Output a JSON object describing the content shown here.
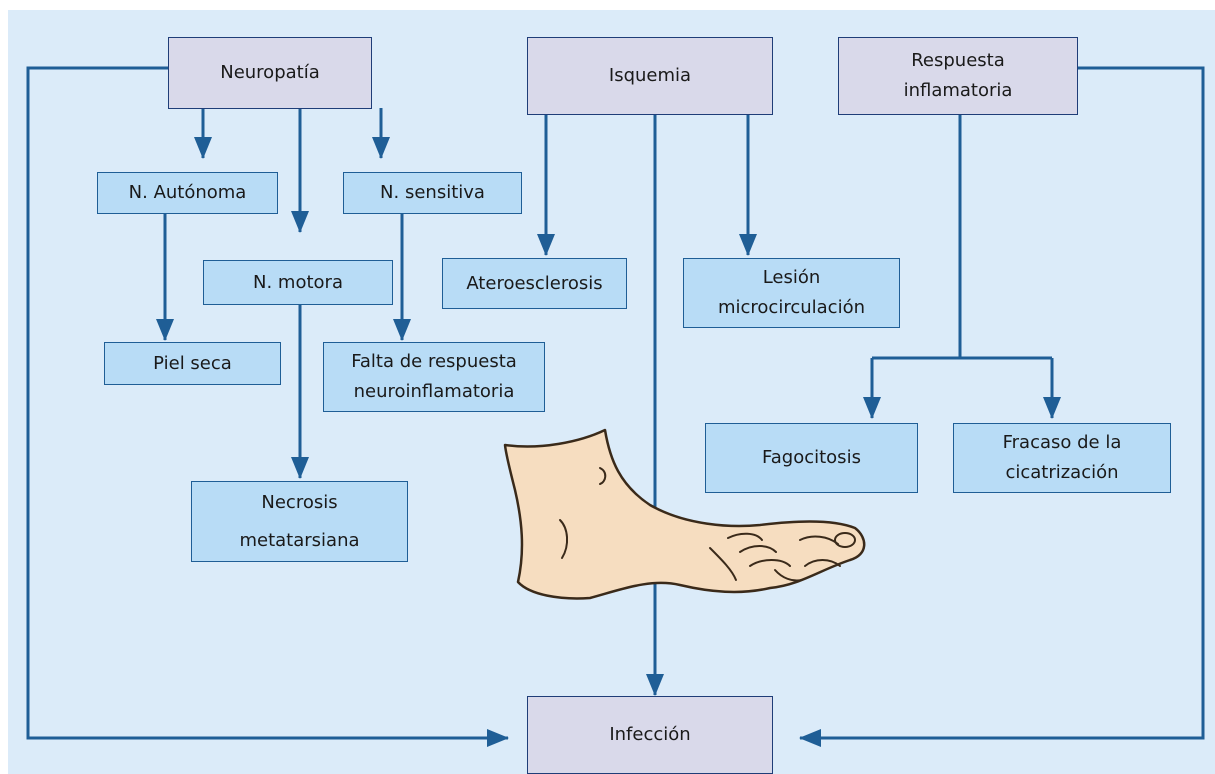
{
  "diagram": {
    "top_nodes": {
      "neuropatia": "Neuropatía",
      "isquemia": "Isquemia",
      "respuesta_line1": "Respuesta",
      "respuesta_line2": "inflamatoria"
    },
    "neuropatia_children": {
      "autonoma": "N. Autónoma",
      "sensitiva": "N. sensitiva",
      "motora": "N. motora",
      "piel_seca": "Piel seca",
      "falta_line1": "Falta de respuesta",
      "falta_line2": "neuroinflamatoria",
      "necrosis_line1": "Necrosis",
      "necrosis_line2": "metatarsiana"
    },
    "isquemia_children": {
      "ateroesclerosis": "Ateroesclerosis",
      "lesion_line1": "Lesión",
      "lesion_line2": "microcirculación"
    },
    "respuesta_children": {
      "fagocitosis": "Fagocitosis",
      "fracaso_line1": "Fracaso de la",
      "fracaso_line2": "cicatrización"
    },
    "outcome": "Infección",
    "colors": {
      "arrow": "#1f5e96",
      "panel_bg": "#dbebf9",
      "top_box": "#d9d9ea",
      "child_box": "#b8dcf6",
      "foot_skin": "#f6ddc0"
    },
    "icons": [
      "foot-illustration"
    ]
  }
}
